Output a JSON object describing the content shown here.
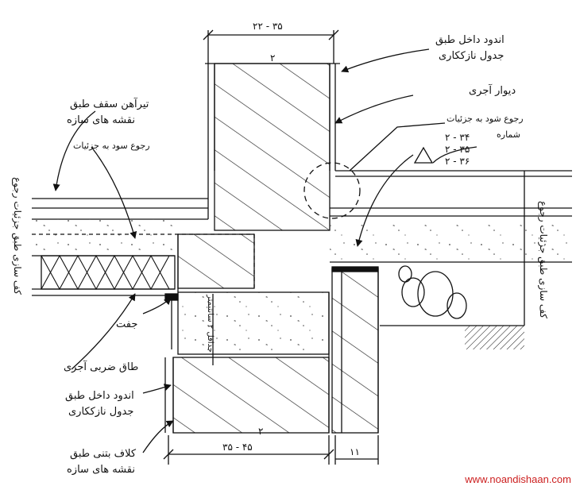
{
  "dims": {
    "top": "۲۲ - ۳۵",
    "bottom": "۳۵ - ۴۵",
    "right_bottom": "۱۱",
    "wall_mark_top": "۲",
    "wall_mark_bottom": "۲"
  },
  "labels": {
    "top_right_1": "اندود داخل طبق",
    "top_right_2": "جدول نازککاری",
    "brick_wall": "دیوار آجری",
    "refer_details": "رجوع شود به جزئیات",
    "number_label": "شماره",
    "num_1": "۲ - ۳۴",
    "num_2": "۲ - ۳۵",
    "num_3": "۲ - ۳۶",
    "steel_beam_1": "تیرآهن سقف طبق",
    "steel_beam_2": "نقشه های سازه",
    "refer_note": "رجوع سود به جزئیات",
    "gap": "جفت",
    "arch": "طاق ضربی آجری",
    "bottom_plaster_1": "اندود داخل طبق",
    "bottom_plaster_2": "جدول نازککاری",
    "tie_beam_1": "کلاف بتنی طبق",
    "tie_beam_2": "نقشه های سازه",
    "left_vertical": "کف سازی طبق جزئیات رجوع",
    "right_vertical": "کف سازی طبق جزئیات رجوع",
    "tie_note": "حداقل ۲ سانتیمتر",
    "website": "www.noandishaan.com"
  },
  "colors": {
    "ink": "#111111",
    "url": "#cc1f1f"
  }
}
